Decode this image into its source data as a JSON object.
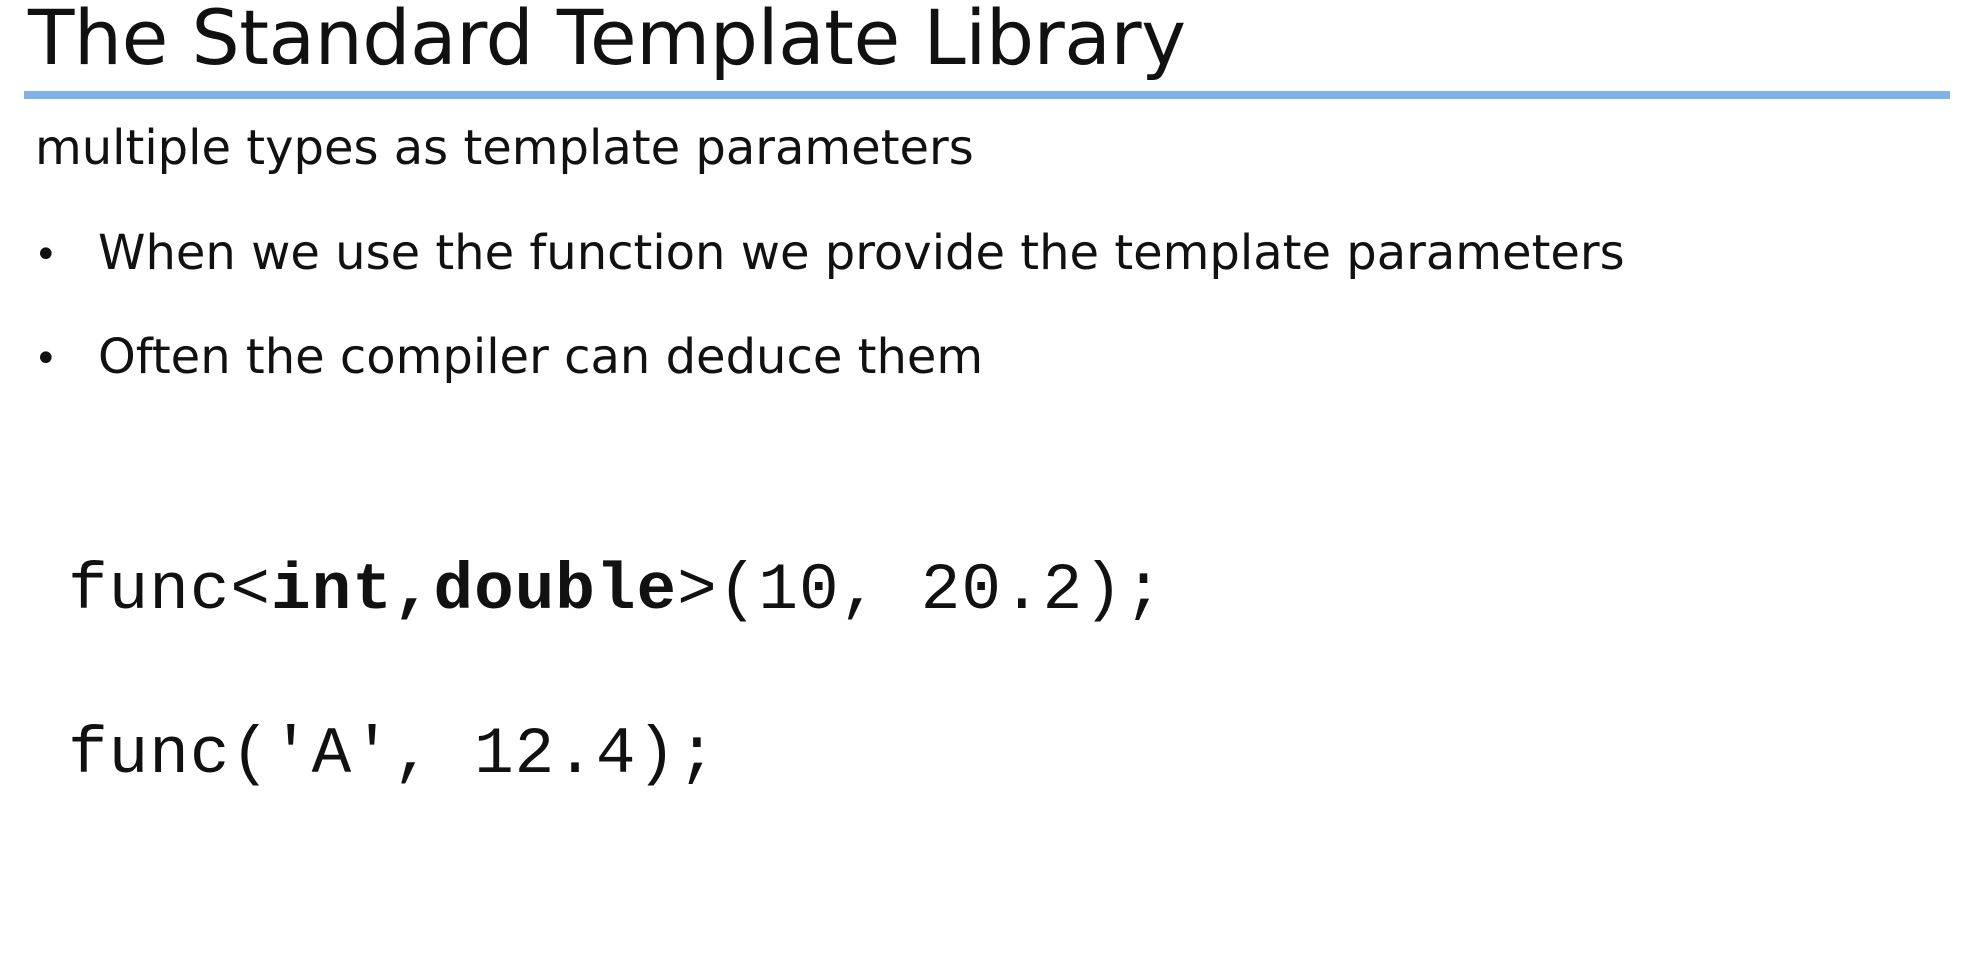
{
  "slide": {
    "title": "The Standard Template Library",
    "subtitle": "multiple types as template parameters",
    "bullets": [
      "When we use the function we provide the template parameters",
      "Often the compiler can deduce them"
    ],
    "bullet_symbol": "•",
    "code": {
      "line1": {
        "prefix": "func<",
        "type1": "int",
        "comma": ",",
        "type2": "double",
        "suffix": ">(10, 20.2);"
      },
      "line2": "func('A', 12.4);"
    }
  },
  "colors": {
    "accent_rule": "#7fb2e9",
    "text": "#111111"
  }
}
